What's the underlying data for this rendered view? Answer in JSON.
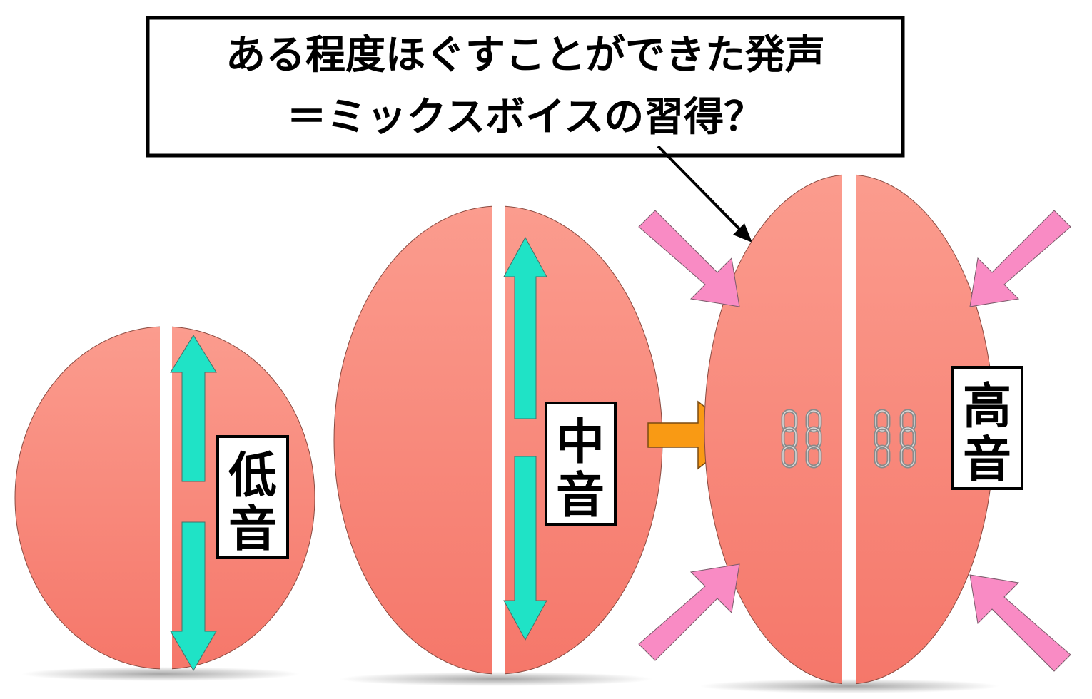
{
  "caption": {
    "line1": "ある程度ほぐすことができた発声",
    "line2": "＝ミックスボイスの習得？"
  },
  "folds": [
    {
      "id": "low",
      "label_chars": [
        "低",
        "音"
      ]
    },
    {
      "id": "mid",
      "label_chars": [
        "中",
        "音"
      ]
    },
    {
      "id": "high",
      "label_chars": [
        "高",
        "音"
      ]
    }
  ],
  "colors": {
    "fold_top": "#fb9c8e",
    "fold_bottom": "#f5776a",
    "stretch_arrow": "#1fe3c6",
    "squeeze_arrow": "#f98bc4",
    "progress_arrow": "#f99a14",
    "chain": "#8a8a8a"
  },
  "icons": [
    "stretch-arrow-icon",
    "squeeze-arrow-icon",
    "progress-arrow-icon",
    "chain-icon",
    "pointer-arrow-icon"
  ]
}
